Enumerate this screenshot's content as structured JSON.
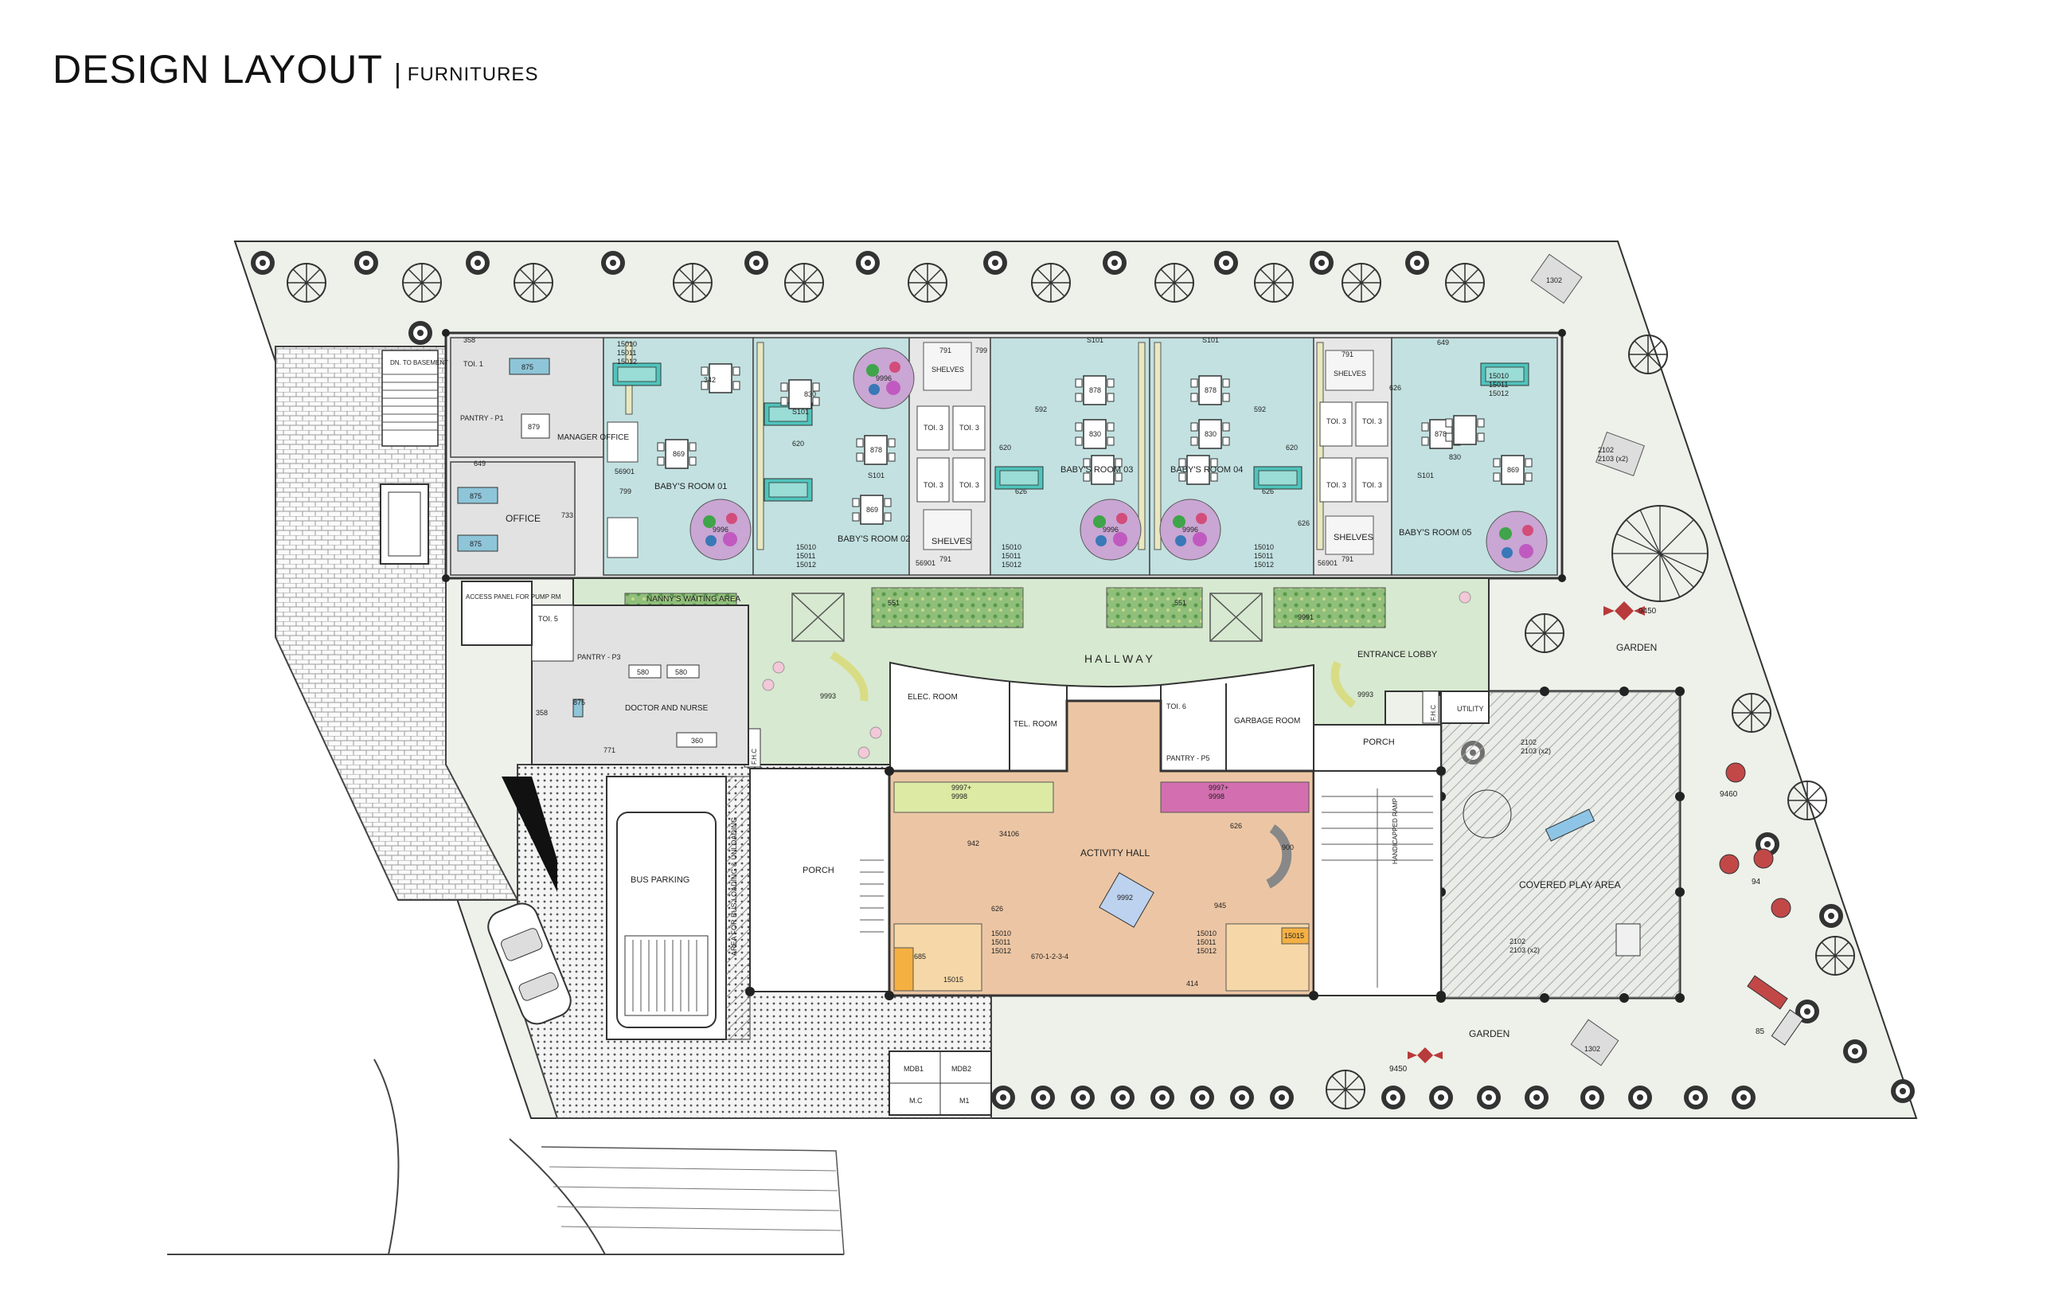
{
  "header": {
    "title": "DESIGN LAYOUT",
    "subtitle": "FURNITURES"
  },
  "rooms": {
    "manager_office": "MANAGER OFFICE",
    "pantry_p1": "PANTRY - P1",
    "office": "OFFICE",
    "toi1": "TOI. 1",
    "baby1": "BABY'S ROOM 01",
    "baby2": "BABY'S ROOM 02",
    "baby3": "BABY'S ROOM 03",
    "baby4": "BABY'S ROOM 04",
    "baby5": "BABY'S ROOM 05",
    "shelves": "SHELVES",
    "toi3": "TOI. 3",
    "nanny": "NANNY'S WAITING AREA",
    "hallway": "H A L L W A Y",
    "entrance": "ENTRANCE LOBBY",
    "elec": "ELEC. ROOM",
    "tel": "TEL. ROOM",
    "garbage": "GARBAGE ROOM",
    "porch": "PORCH",
    "utility": "UTILITY",
    "fhc": "F.H.C",
    "doctor": "DOCTOR AND NURSE",
    "pantry_p3": "PANTRY - P3",
    "pantry_p5": "PANTRY - P5",
    "toi5": "TOI. 5",
    "toi6": "TOI. 6",
    "access": "ACCESS PANEL FOR PUMP RM",
    "activity": "ACTIVITY HALL",
    "covered": "COVERED PLAY AREA",
    "garden": "GARDEN",
    "bus": "BUS PARKING",
    "loading": "AREA FOR BUS LOADING & UNLOADING",
    "ramp": "HANDICAPPED RAMP",
    "basement": "DN. TO BASEMENT",
    "mdb1": "MDB1",
    "mdb2": "MDB2",
    "mc": "M.C",
    "m1": "M1"
  },
  "codes": {
    "c875": "875",
    "c879": "879",
    "c342": "342",
    "c869": "869",
    "c9996": "9996",
    "c878": "878",
    "c830": "830",
    "c620": "620",
    "c626": "626",
    "c791": "791",
    "c799": "799",
    "c592": "592",
    "c15015": "15015",
    "c15010": "15010",
    "c15011": "15011",
    "c15012": "15012",
    "cs101": "S101",
    "c56901": "56901",
    "c9993": "9993",
    "c580": "580",
    "c360": "360",
    "c9992": "9992",
    "c900": "900",
    "c945": "945",
    "c9450": "9450",
    "c9460": "9460",
    "c94": "94",
    "c85": "85",
    "c1302": "1302",
    "c2102": "2102",
    "c2103": "2103 (x2)",
    "c9997": "9997+",
    "c9998": "9998",
    "c670": "670-1-2-3-4",
    "c685": "685",
    "c414": "414",
    "c34106": "34106",
    "c942": "942",
    "c649": "649",
    "c358": "358",
    "c771": "771",
    "c551": "551",
    "c9991": "9991",
    "c733": "733"
  },
  "colors": {
    "site": "#edf1ea",
    "baby": "#c3e1e1",
    "hallway": "#d7e9d0",
    "activity": "#ecc6a4",
    "office": "#e2e2e2",
    "covered": "#dcdcdc",
    "wall": "#3a3a3a",
    "teal": "#46bcb4",
    "pink": "#d36fb0",
    "lime": "#ddeaa4"
  }
}
